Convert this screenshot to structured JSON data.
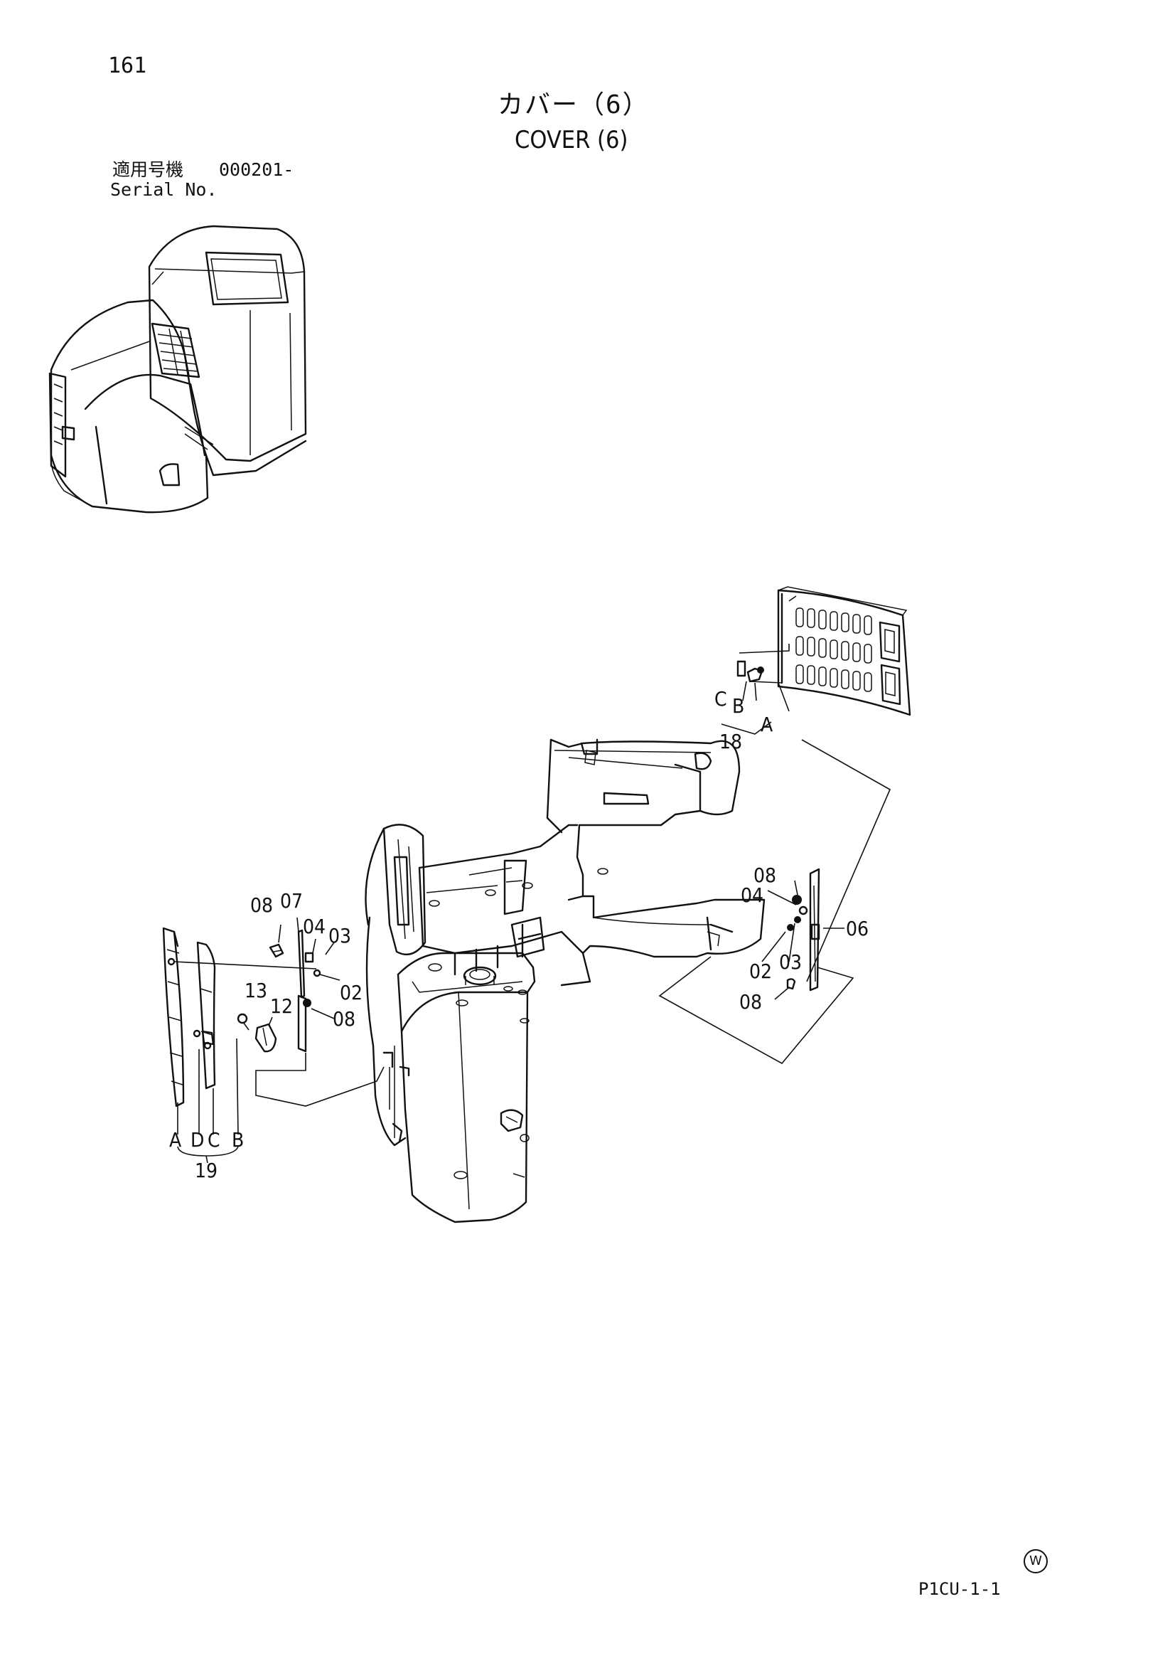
{
  "page_number": "161",
  "title_ja": "カバー（6）",
  "title_en": "COVER (6)",
  "serial": {
    "label_ja": "適用号機",
    "value": "000201-",
    "label_en": "Serial No."
  },
  "watermark": "W",
  "drawing_code": "P1CU-1-1",
  "callouts": {
    "c08a": "08",
    "c07": "07",
    "c04a": "04",
    "c03a": "03",
    "c02a": "02",
    "c13": "13",
    "c12": "12",
    "c08b": "08",
    "cA1": "A",
    "cD1": "D",
    "cC1": "C",
    "cB1": "B",
    "c19": "19",
    "cC2": "C",
    "cB2": "B",
    "cA2": "A",
    "c18": "18",
    "c08c": "08",
    "c04b": "04",
    "c06": "06",
    "c02b": "02",
    "c03b": "03",
    "c08d": "08"
  }
}
